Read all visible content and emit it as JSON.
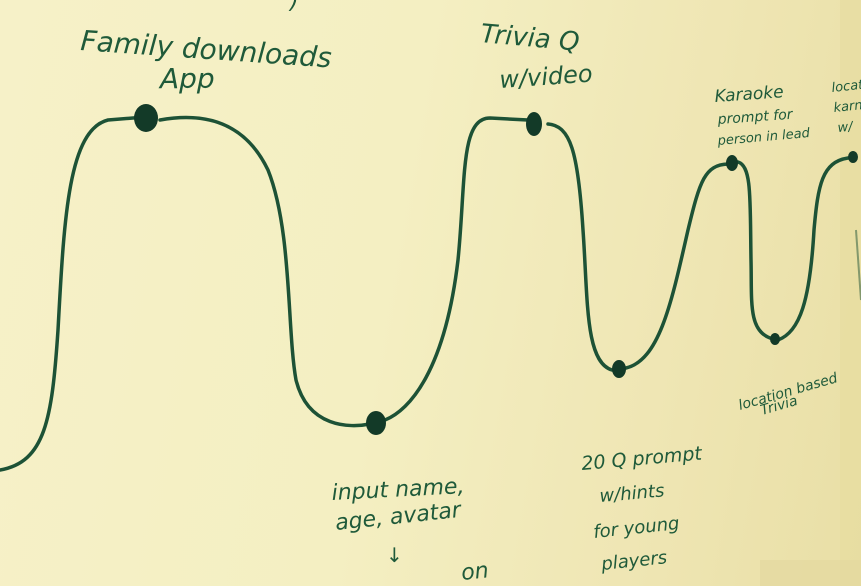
{
  "palette": {
    "board": "#f3edbe",
    "marker": "#1d5236",
    "dot": "#133a28"
  },
  "notes": {
    "top_cut": ")",
    "family": "Family downloads",
    "app": "App",
    "trivia": "Trivia Q",
    "video": "w/video",
    "karaoke_1": "Karaoke",
    "karaoke_2": "prompt for",
    "karaoke_3": "person in lead",
    "loc_1": "locatio",
    "loc_2": "karn",
    "loc_3": "w/",
    "input_1": "input name,",
    "input_2": "age, avatar",
    "input_3": "↓",
    "input_4": "on",
    "q20_1": "20 Q prompt",
    "q20_2": "w/hints",
    "q20_3": "for young",
    "q20_4": "players",
    "lbt_1": "location based",
    "lbt_2": "Trivia"
  }
}
